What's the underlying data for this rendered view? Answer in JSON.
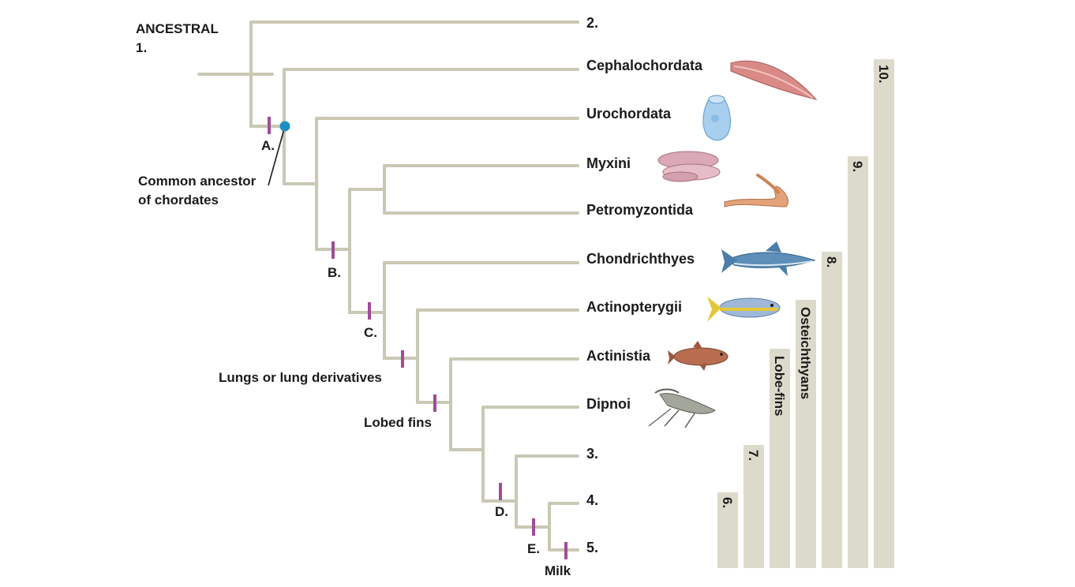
{
  "root": {
    "ancestral": "ANCESTRAL",
    "number": "1."
  },
  "ancestor_label": {
    "line1": "Common ancestor",
    "line2": "of chordates"
  },
  "taxa": [
    {
      "label": "2."
    },
    {
      "label": "Cephalochordata"
    },
    {
      "label": "Urochordata"
    },
    {
      "label": "Myxini"
    },
    {
      "label": "Petromyzontida"
    },
    {
      "label": "Chondrichthyes"
    },
    {
      "label": "Actinopterygii"
    },
    {
      "label": "Actinistia"
    },
    {
      "label": "Dipnoi"
    },
    {
      "label": "3."
    },
    {
      "label": "4."
    },
    {
      "label": "5."
    }
  ],
  "characters": [
    {
      "label": "A."
    },
    {
      "label": "B."
    },
    {
      "label": "C."
    },
    {
      "label": "Lungs or lung derivatives"
    },
    {
      "label": "Lobed fins"
    },
    {
      "label": "D."
    },
    {
      "label": "E."
    },
    {
      "label": "Milk"
    }
  ],
  "bars": [
    {
      "label": "6."
    },
    {
      "label": "7."
    },
    {
      "label": "Lobe-fins"
    },
    {
      "label": "Osteichthyans"
    },
    {
      "label": "8."
    },
    {
      "label": "9."
    },
    {
      "label": "10."
    }
  ],
  "colors": {
    "branch": "#c9c8b4",
    "tick": "#a24b9a",
    "ancestor_node": "#1e8fc4",
    "bar": "#dcdbcb",
    "text": "#1a1a1a"
  },
  "icons": [
    "lancelet-icon",
    "tunicate-icon",
    "hagfish-icon",
    "lamprey-icon",
    "shark-icon",
    "ray-finned-fish-icon",
    "coelacanth-icon",
    "lungfish-icon"
  ]
}
